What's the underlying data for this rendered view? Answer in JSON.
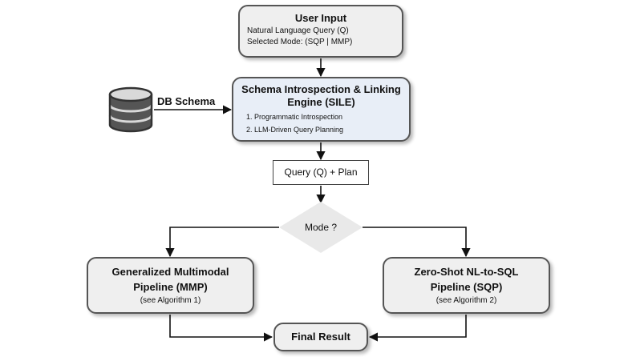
{
  "user_input": {
    "title": "User Input",
    "line1": "Natural Language Query (Q)",
    "line2": "Selected Mode: (SQP | MMP)"
  },
  "db": {
    "label": "DB Schema",
    "icon": "database-icon"
  },
  "sile": {
    "title": "Schema Introspection & Linking Engine (SILE)",
    "item1": "1. Programmatic Introspection",
    "item2": "2.  LLM-Driven Query Planning"
  },
  "query_plan": {
    "label": "Query (Q) + Plan"
  },
  "mode": {
    "label": "Mode ?"
  },
  "mmp": {
    "title": "Generalized Multimodal Pipeline (MMP)",
    "note": "(see Algorithm 1)"
  },
  "sqp": {
    "title": "Zero-Shot NL-to-SQL Pipeline (SQP)",
    "note": "(see Algorithm 2)"
  },
  "final": {
    "label": "Final Result"
  },
  "colors": {
    "box_fill": "#efefef",
    "sile_fill": "#e8eef7",
    "border": "#555555",
    "diamond": "#e9e9e9",
    "arrow": "#111111"
  }
}
